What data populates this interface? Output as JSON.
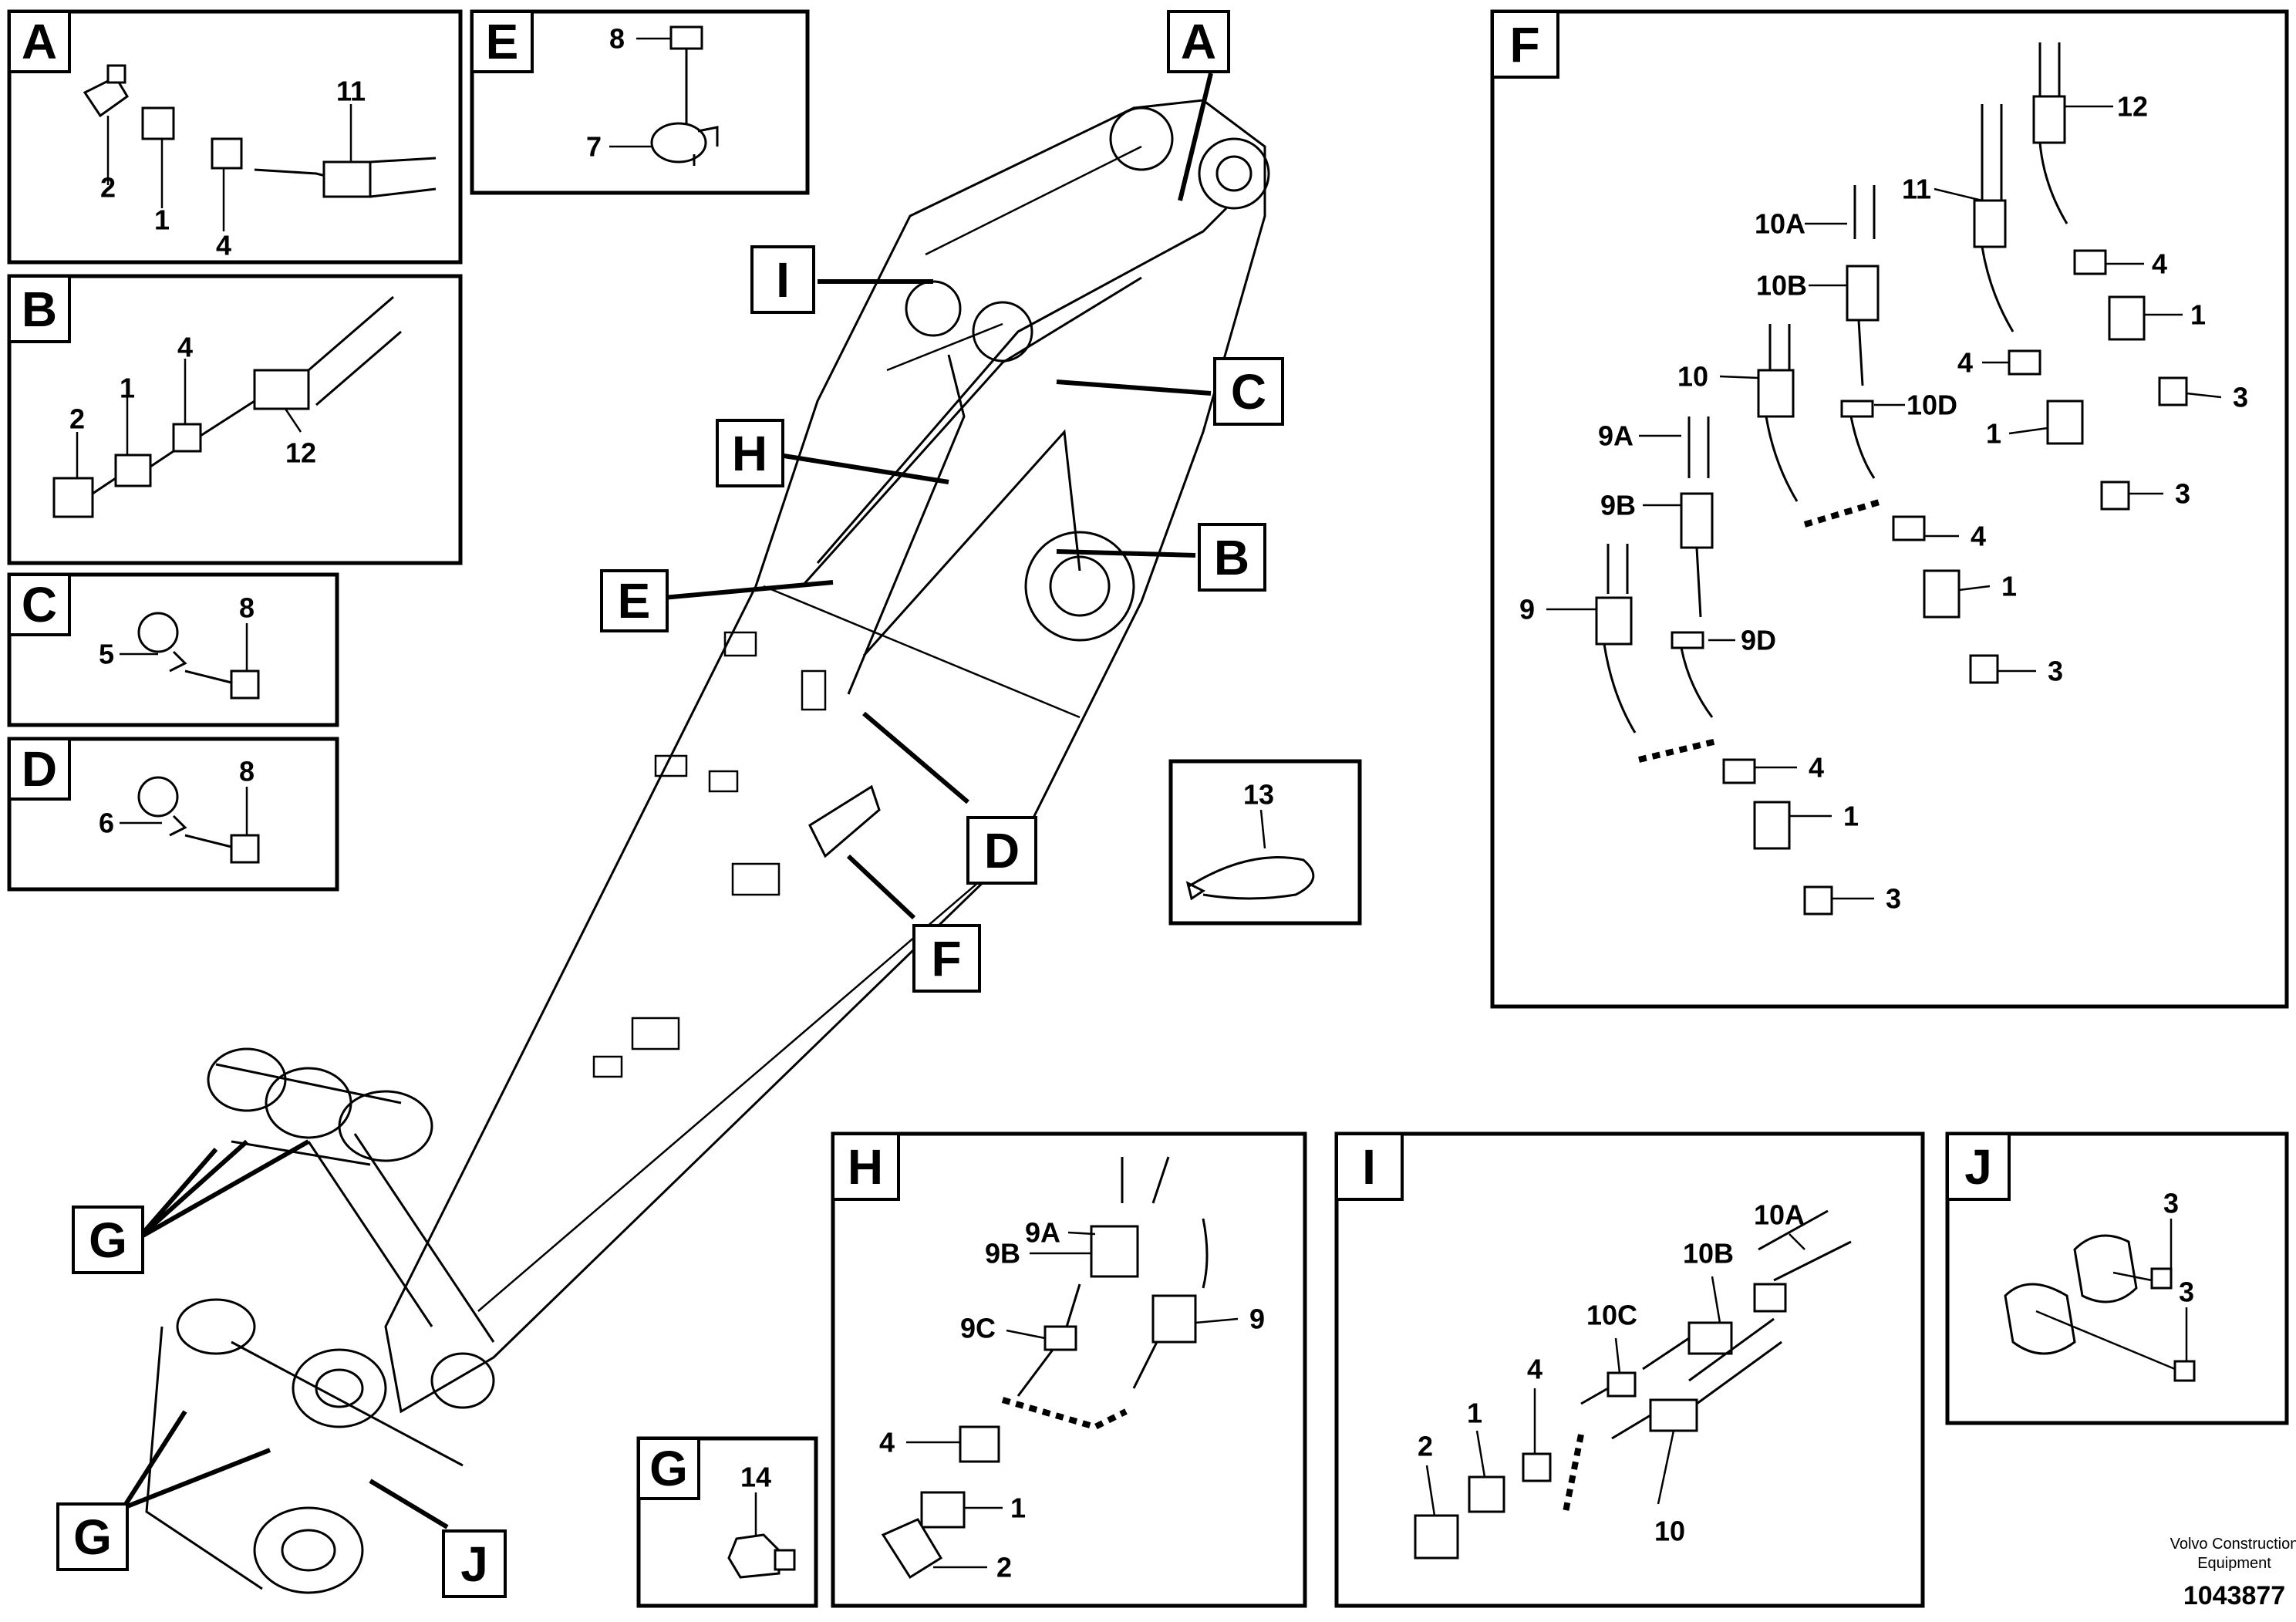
{
  "callouts": {
    "A": "A",
    "B": "B",
    "C": "C",
    "D": "D",
    "E": "E",
    "F": "F",
    "G": "G",
    "H": "H",
    "I": "I",
    "J": "J"
  },
  "parts": {
    "p1": "1",
    "p2": "2",
    "p3": "3",
    "p4": "4",
    "p5": "5",
    "p6": "6",
    "p7": "7",
    "p8": "8",
    "p9": "9",
    "p10": "10",
    "p11": "11",
    "p12": "12",
    "p13": "13",
    "p14": "14",
    "p9A": "9A",
    "p9B": "9B",
    "p9C": "9C",
    "p9D": "9D",
    "p10A": "10A",
    "p10B": "10B",
    "p10C": "10C",
    "p10D": "10D"
  },
  "footer": {
    "company_line1": "Volvo Construction",
    "company_line2": "Equipment",
    "doc_number": "1043877"
  }
}
